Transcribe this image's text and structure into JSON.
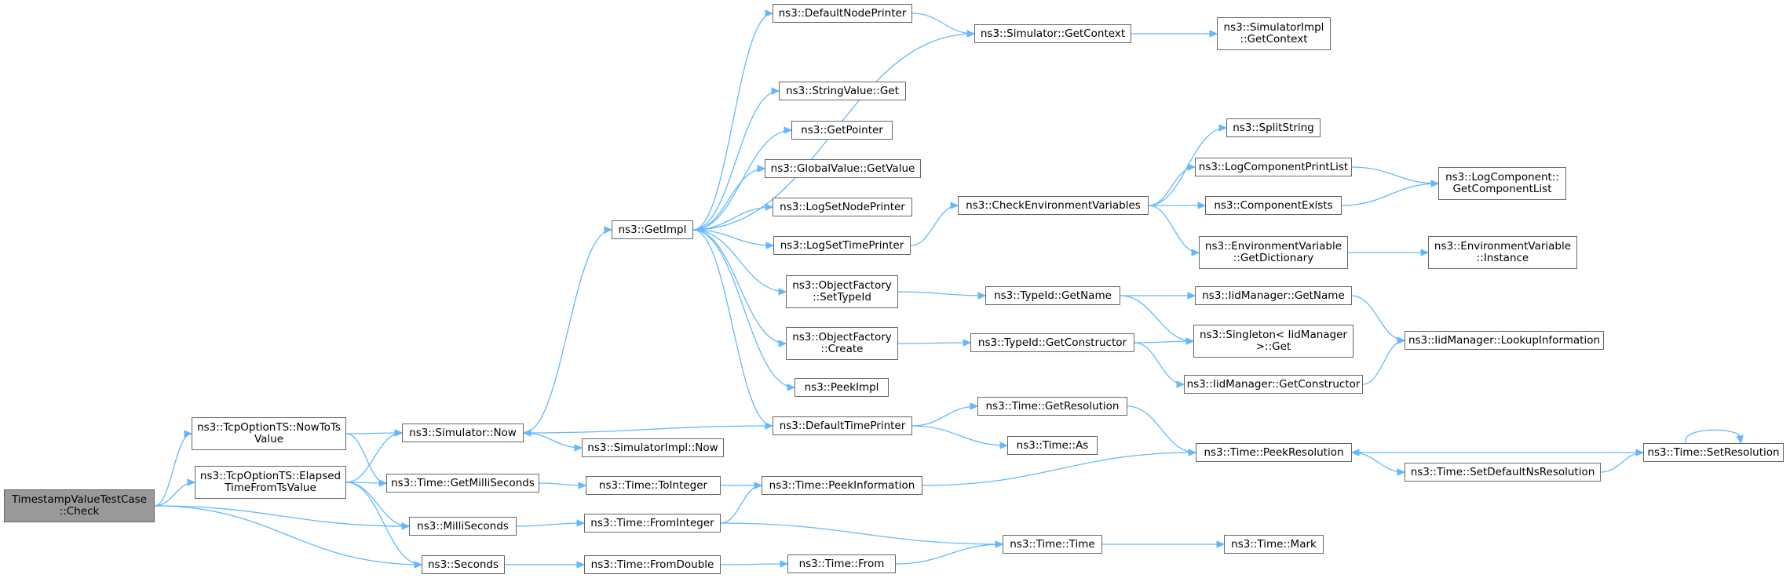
{
  "graph": {
    "root": "TimestampValueTestCase\n::Check",
    "nodes": {
      "tvtc_check": "TimestampValueTestCase\n::Check",
      "nowtots": "ns3::TcpOptionTS::NowToTs\nValue",
      "elapsed": "ns3::TcpOptionTS::Elapsed\nTimeFromTsValue",
      "sim_now": "ns3::Simulator::Now",
      "get_milli": "ns3::Time::GetMilliSeconds",
      "milliseconds": "ns3::MilliSeconds",
      "seconds": "ns3::Seconds",
      "getimpl": "ns3::GetImpl",
      "simimpl_now": "ns3::SimulatorImpl::Now",
      "to_integer": "ns3::Time::ToInteger",
      "from_integer": "ns3::Time::FromInteger",
      "from_double": "ns3::Time::FromDouble",
      "default_node_printer": "ns3::DefaultNodePrinter",
      "string_value_get": "ns3::StringValue::Get",
      "get_pointer": "ns3::GetPointer",
      "global_value_get": "ns3::GlobalValue::GetValue",
      "log_set_node_printer": "ns3::LogSetNodePrinter",
      "log_set_time_printer": "ns3::LogSetTimePrinter",
      "of_settypeid": "ns3::ObjectFactory\n::SetTypeId",
      "of_create": "ns3::ObjectFactory\n::Create",
      "peek_impl": "ns3::PeekImpl",
      "default_time_printer": "ns3::DefaultTimePrinter",
      "peek_information": "ns3::Time::PeekInformation",
      "time_from": "ns3::Time::From",
      "sim_get_context": "ns3::Simulator::GetContext",
      "check_env": "ns3::CheckEnvironmentVariables",
      "typeid_getname": "ns3::TypeId::GetName",
      "typeid_getconstructor": "ns3::TypeId::GetConstructor",
      "time_get_resolution": "ns3::Time::GetResolution",
      "time_as": "ns3::Time::As",
      "time_time": "ns3::Time::Time",
      "simimpl_get_context": "ns3::SimulatorImpl\n::GetContext",
      "split_string": "ns3::SplitString",
      "log_component_print_list": "ns3::LogComponentPrintList",
      "component_exists": "ns3::ComponentExists",
      "env_get_dictionary": "ns3::EnvironmentVariable\n::GetDictionary",
      "iid_getname": "ns3::IidManager::GetName",
      "singleton_get": "ns3::Singleton< IidManager\n>::Get",
      "iid_getconstructor": "ns3::IidManager::GetConstructor",
      "peek_resolution": "ns3::Time::PeekResolution",
      "set_default_ns_resolution": "ns3::Time::SetDefaultNsResolution",
      "time_mark": "ns3::Time::Mark",
      "log_component_get_list": "ns3::LogComponent::\nGetComponentList",
      "env_instance": "ns3::EnvironmentVariable\n::Instance",
      "iid_lookup": "ns3::IidManager::LookupInformation",
      "set_resolution": "ns3::Time::SetResolution"
    },
    "edges": [
      [
        "tvtc_check",
        "nowtots"
      ],
      [
        "tvtc_check",
        "elapsed"
      ],
      [
        "tvtc_check",
        "milliseconds"
      ],
      [
        "tvtc_check",
        "seconds"
      ],
      [
        "nowtots",
        "sim_now"
      ],
      [
        "nowtots",
        "get_milli"
      ],
      [
        "elapsed",
        "sim_now"
      ],
      [
        "elapsed",
        "get_milli"
      ],
      [
        "elapsed",
        "milliseconds"
      ],
      [
        "elapsed",
        "seconds"
      ],
      [
        "sim_now",
        "getimpl"
      ],
      [
        "sim_now",
        "simimpl_now"
      ],
      [
        "get_milli",
        "to_integer"
      ],
      [
        "milliseconds",
        "from_integer"
      ],
      [
        "seconds",
        "from_double"
      ],
      [
        "getimpl",
        "default_node_printer"
      ],
      [
        "getimpl",
        "sim_get_context"
      ],
      [
        "getimpl",
        "string_value_get"
      ],
      [
        "getimpl",
        "get_pointer"
      ],
      [
        "getimpl",
        "global_value_get"
      ],
      [
        "getimpl",
        "log_set_node_printer"
      ],
      [
        "getimpl",
        "log_set_time_printer"
      ],
      [
        "getimpl",
        "of_settypeid"
      ],
      [
        "getimpl",
        "of_create"
      ],
      [
        "getimpl",
        "peek_impl"
      ],
      [
        "getimpl",
        "default_time_printer"
      ],
      [
        "default_node_printer",
        "sim_get_context"
      ],
      [
        "sim_get_context",
        "simimpl_get_context"
      ],
      [
        "log_set_time_printer",
        "check_env"
      ],
      [
        "check_env",
        "split_string"
      ],
      [
        "check_env",
        "log_component_print_list"
      ],
      [
        "check_env",
        "component_exists"
      ],
      [
        "check_env",
        "env_get_dictionary"
      ],
      [
        "log_component_print_list",
        "log_component_get_list"
      ],
      [
        "component_exists",
        "log_component_get_list"
      ],
      [
        "env_get_dictionary",
        "env_instance"
      ],
      [
        "of_settypeid",
        "typeid_getname"
      ],
      [
        "typeid_getname",
        "iid_getname"
      ],
      [
        "typeid_getname",
        "singleton_get"
      ],
      [
        "iid_getname",
        "iid_lookup"
      ],
      [
        "of_create",
        "typeid_getconstructor"
      ],
      [
        "typeid_getconstructor",
        "singleton_get"
      ],
      [
        "typeid_getconstructor",
        "iid_getconstructor"
      ],
      [
        "iid_getconstructor",
        "iid_lookup"
      ],
      [
        "default_time_printer",
        "sim_now"
      ],
      [
        "default_time_printer",
        "time_get_resolution"
      ],
      [
        "default_time_printer",
        "time_as"
      ],
      [
        "time_get_resolution",
        "peek_resolution"
      ],
      [
        "to_integer",
        "peek_information"
      ],
      [
        "from_integer",
        "peek_information"
      ],
      [
        "from_integer",
        "time_time"
      ],
      [
        "from_double",
        "time_from"
      ],
      [
        "time_from",
        "time_time"
      ],
      [
        "time_time",
        "time_mark"
      ],
      [
        "peek_information",
        "peek_resolution"
      ],
      [
        "peek_resolution",
        "set_default_ns_resolution"
      ],
      [
        "set_default_ns_resolution",
        "set_resolution"
      ],
      [
        "set_resolution",
        "peek_resolution"
      ],
      [
        "set_resolution",
        "set_resolution"
      ]
    ]
  },
  "colors": {
    "edge": "#63b8ff",
    "node_border": "#666666",
    "root_fill": "#999999",
    "node_fill": "#ffffff"
  }
}
